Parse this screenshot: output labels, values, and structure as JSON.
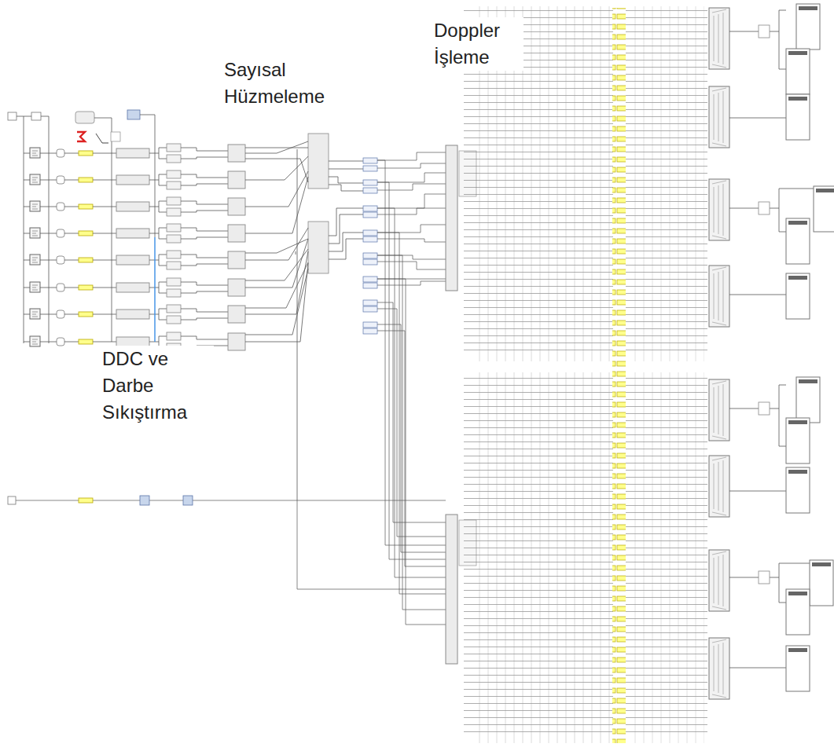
{
  "diagram": {
    "labels": [
      "Sayısal Hüzmeleme",
      "Doppler İşleme",
      "DDC ve Darbe Sıkıştırma"
    ]
  }
}
